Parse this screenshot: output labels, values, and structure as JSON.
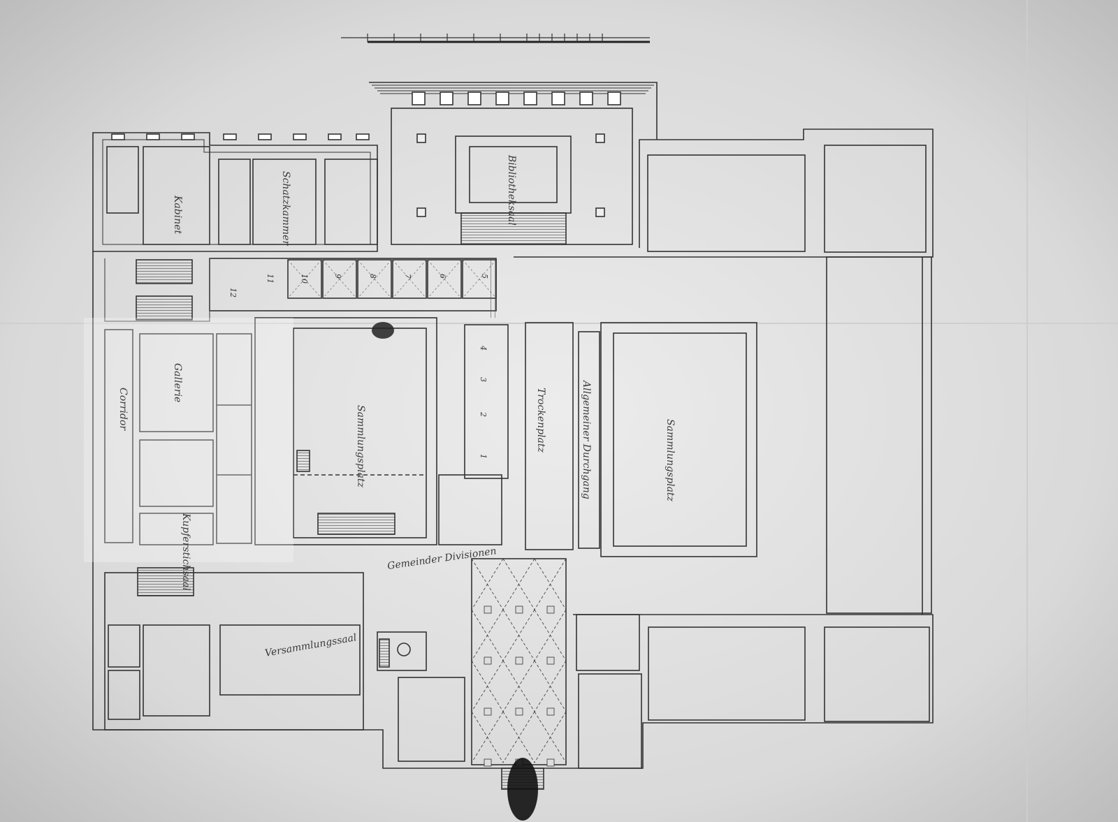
{
  "scale_bar": {
    "ticks": 13
  },
  "rooms": {
    "r_top_left": "Kabinet",
    "r_top_mid": "Schatzkammer",
    "r_top_court": "Bibliotheksaal",
    "r_west_wing": "Gallerie",
    "r_west_corridor": "Corridor",
    "r_west_small": "Kupferstichsaal",
    "r_courtyard": "Sammlungsplatz",
    "r_gallery_east": "Trockenplatz",
    "r_gang": "Allgemeiner Durchgang",
    "r_big_court": "Sammlungsplatz",
    "r_south_hall": "Versammlungssaal",
    "r_south_note": "Gemeinder Divisionen"
  },
  "numbers": [
    "12",
    "11",
    "10",
    "9",
    "8",
    "7",
    "6",
    "5",
    "4",
    "3",
    "2",
    "1"
  ]
}
